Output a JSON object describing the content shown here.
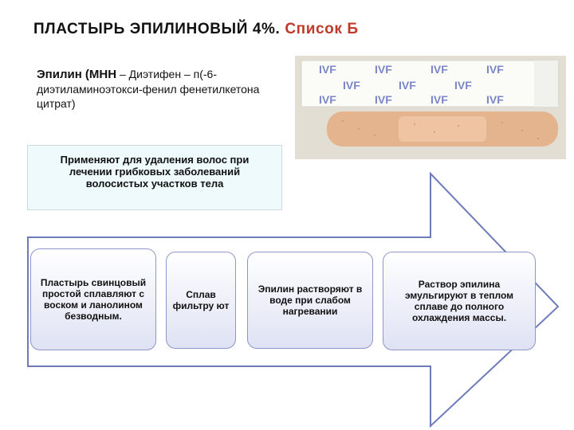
{
  "title": {
    "main": "ПЛАСТЫРЬ ЭПИЛИНОВЫЙ 4%.",
    "list": "Список Б"
  },
  "subtitle": {
    "name": "Эпилин (МНН",
    "rest": " – Диэтифен – п(-6-диэтиламиноэтокси-фенил фенетилкетона цитрат)"
  },
  "application": "Применяют для удаления волос при лечении грибковых заболеваний волосистых участков тела",
  "photo": {
    "brand": "IVF"
  },
  "steps": [
    "Пластырь свинцовый простой сплавляют с воском и ланолином безводным.",
    "Сплав фильтру ют",
    "Эпилин растворяют в воде при слабом нагревании",
    "Раствор эпилина эмульгируют в теплом сплаве до полного охлаждения массы."
  ],
  "colors": {
    "list_red": "#c0392b",
    "arrow_stroke": "#6e7bb8",
    "panel_bg": "#eefafc"
  }
}
